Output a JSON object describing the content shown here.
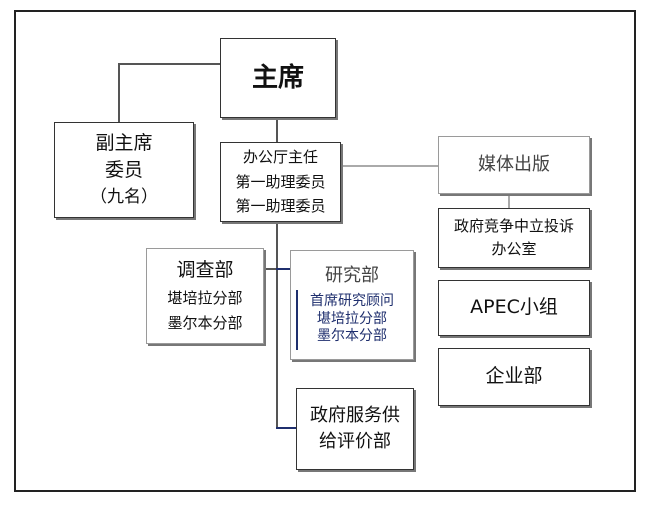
{
  "nodes": {
    "chairman": {
      "lines": [
        "主席"
      ]
    },
    "vice_chairman": {
      "lines": [
        "副主席",
        "委员",
        "（九名）"
      ]
    },
    "office": {
      "lines": [
        "办公厅主任",
        "第一助理委员",
        "第一助理委员"
      ]
    },
    "media": {
      "lines": [
        "媒体出版"
      ]
    },
    "neutrality": {
      "lines": [
        "政府竞争中立投诉",
        "办公室"
      ]
    },
    "apec": {
      "lines": [
        "APEC小组"
      ]
    },
    "enterprise": {
      "lines": [
        "企业部"
      ]
    },
    "investigation": {
      "lines": [
        "调查部",
        "堪培拉分部",
        "墨尔本分部"
      ]
    },
    "research": {
      "lines": [
        "研究部",
        "首席研究顾问",
        "堪培拉分部",
        "墨尔本分部"
      ]
    },
    "gov_services": {
      "lines": [
        "政府服务供",
        "给评价部"
      ]
    }
  }
}
